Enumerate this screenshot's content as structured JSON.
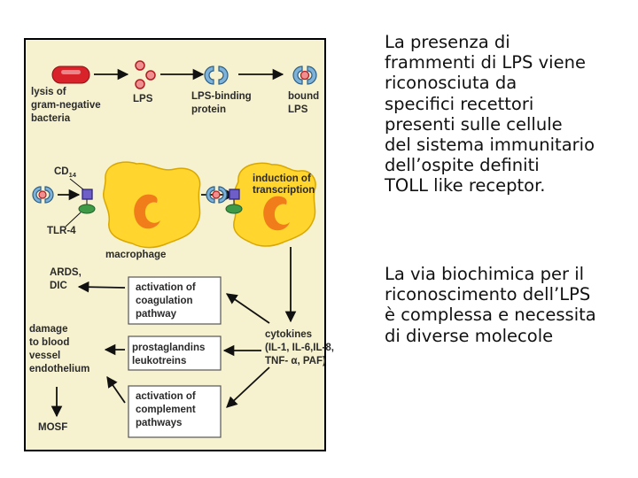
{
  "diagram": {
    "top": {
      "lysis": [
        "lysis of",
        "gram-negative",
        "bacteria"
      ],
      "lps": "LPS",
      "lps_binding": [
        "LPS-binding",
        "protein"
      ],
      "bound": [
        "bound",
        "LPS"
      ]
    },
    "middle": {
      "cd14_main": "CD",
      "cd14_sub": "14",
      "tlr4": "TLR-4",
      "macrophage": "macrophage",
      "induction": [
        "induction of",
        "transcription"
      ]
    },
    "bottom": {
      "ards": [
        "ARDS,",
        "DIC"
      ],
      "damage": [
        "damage",
        "to blood",
        "vessel",
        "endothelium"
      ],
      "mosf": "MOSF",
      "coagulation": [
        "activation of",
        "coagulation",
        "pathway"
      ],
      "prostaglandins": [
        "prostaglandins",
        "leukotreins"
      ],
      "complement": [
        "activation of",
        "complement",
        "pathways"
      ],
      "cytokines": [
        "cytokines",
        "(IL-1, IL-6,IL-8,",
        "TNF- α, PAF)"
      ]
    }
  },
  "text": {
    "paragraph1": [
      "La presenza di",
      "frammenti di LPS viene",
      "riconosciuta da",
      "specifici recettori",
      "presenti sulle cellule",
      "del sistema immunitario",
      "dell’ospite definiti",
      "TOLL like receptor."
    ],
    "paragraph2": [
      "La via biochimica per il",
      "riconoscimento dell’LPS",
      "è complessa e necessita",
      "di diverse molecole"
    ]
  },
  "colors": {
    "background": "#f6f2cf",
    "bacteria": "#d8232a",
    "lps": "#d8232a",
    "binding_protein": "#7fb2d9",
    "macrophage": "#ffd52e",
    "nucleus": "#f07d1a",
    "cd14": "#6d5fc7",
    "tlr4": "#3f9a47",
    "box_fill": "#ffffff"
  }
}
